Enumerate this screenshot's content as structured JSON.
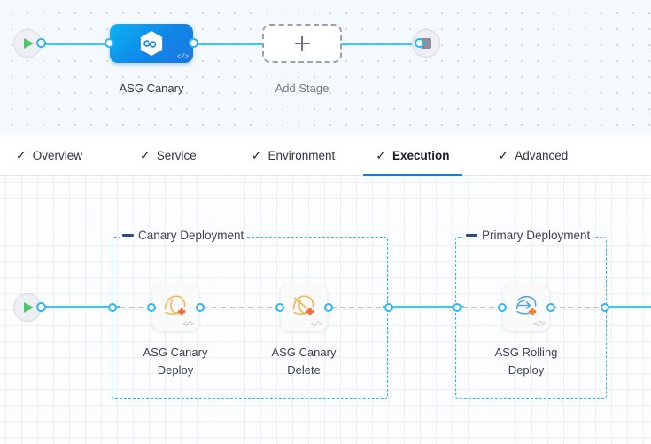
{
  "stage_canvas": {
    "start_node": {
      "icon": "play-icon",
      "label": ""
    },
    "end_node": {
      "icon": "stop-icon",
      "label": ""
    },
    "stage": {
      "name": "ASG Canary",
      "icon": "asg-hexagon-infinity-icon",
      "code_badge": "</>",
      "gradient_from": "#0bb3f0",
      "gradient_to": "#1d77e0"
    },
    "add_stage": {
      "label": "Add Stage",
      "icon": "plus-icon"
    },
    "connector_color": "#3dc7f6",
    "background": "#f3f9fd"
  },
  "tabs": {
    "items": [
      {
        "label": "Overview",
        "check": "✓",
        "active": false
      },
      {
        "label": "Service",
        "check": "✓",
        "active": false
      },
      {
        "label": "Environment",
        "check": "✓",
        "active": false
      },
      {
        "label": "Execution",
        "check": "✓",
        "active": true
      },
      {
        "label": "Advanced",
        "check": "✓",
        "active": false
      }
    ],
    "active_underline_color": "#1a7fd4"
  },
  "execution_canvas": {
    "start_node": {
      "icon": "play-icon"
    },
    "groups": [
      {
        "title": "Canary Deployment",
        "collapse_icon": "dash-collapse-icon",
        "steps": [
          {
            "name_line1": "ASG Canary",
            "name_line2": "Deploy",
            "icon": "asg-canary-deploy-icon",
            "code_badge": "</>"
          },
          {
            "name_line1": "ASG Canary",
            "name_line2": "Delete",
            "icon": "asg-canary-delete-icon",
            "code_badge": "</>"
          }
        ]
      },
      {
        "title": "Primary Deployment",
        "collapse_icon": "dash-collapse-icon",
        "steps": [
          {
            "name_line1": "ASG Rolling",
            "name_line2": "Deploy",
            "icon": "asg-rolling-deploy-icon",
            "code_badge": "</>"
          }
        ]
      }
    ],
    "border_color": "#2fb6ef",
    "dashed_connector_color": "#b9bfcb",
    "solid_connector_color": "#3dc7f6",
    "background": "#fcfdfe"
  }
}
